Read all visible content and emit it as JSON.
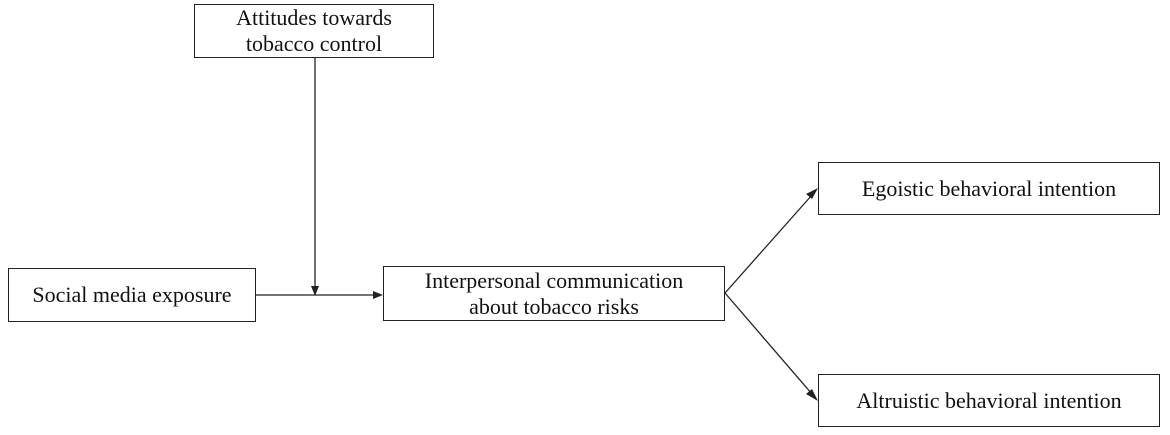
{
  "diagram": {
    "nodes": {
      "attitudes": {
        "label": "Attitudes towards\ntobacco control"
      },
      "social_media": {
        "label": "Social media exposure"
      },
      "interpersonal": {
        "label": "Interpersonal communication\nabout tobacco risks"
      },
      "egoistic": {
        "label": "Egoistic behavioral intention"
      },
      "altruistic": {
        "label": "Altruistic behavioral intention"
      }
    },
    "edges": [
      {
        "from": "social_media",
        "to": "interpersonal",
        "type": "path"
      },
      {
        "from": "attitudes",
        "to": "social_media-interpersonal",
        "type": "moderation"
      },
      {
        "from": "interpersonal",
        "to": "egoistic",
        "type": "path"
      },
      {
        "from": "interpersonal",
        "to": "altruistic",
        "type": "path"
      }
    ]
  }
}
